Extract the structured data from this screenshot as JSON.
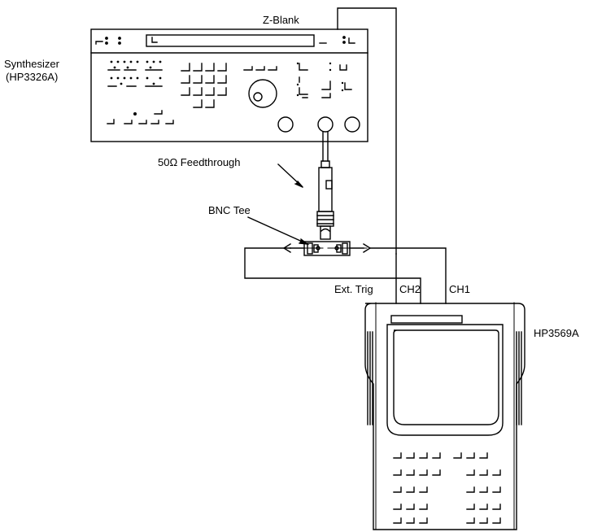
{
  "labels": {
    "z_blank": "Z-Blank",
    "synth_line1": "Synthesizer",
    "synth_line2": "(HP3326A)",
    "feedthrough": "50Ω Feedthrough",
    "bnc_tee": "BNC Tee",
    "ext_trig": "Ext. Trig",
    "ch2": "CH2",
    "ch1": "CH1",
    "analyzer": "HP3569A"
  },
  "colors": {
    "ink": "#000000",
    "background": "#ffffff"
  }
}
